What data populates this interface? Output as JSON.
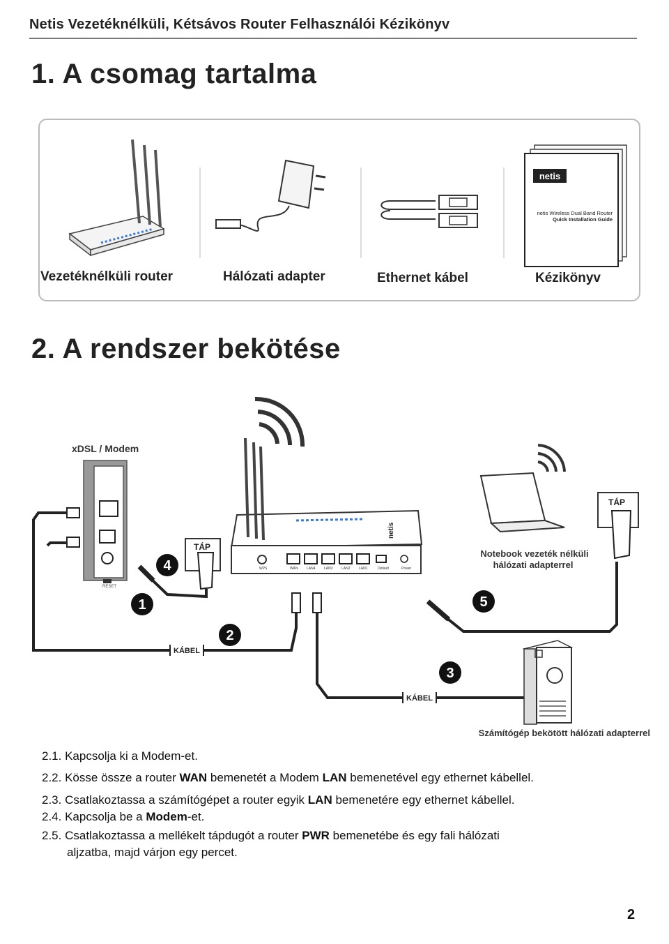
{
  "header": {
    "title": "Netis Vezetéknélküli, Kétsávos Router Felhasználói Kézikönyv"
  },
  "section1": {
    "title": "1. A csomag tartalma",
    "items": [
      {
        "label": "Vezetéknélküli router",
        "icon": "router-icon"
      },
      {
        "label": "Hálózati adapter",
        "icon": "power-adapter-icon"
      },
      {
        "label": "Ethernet kábel",
        "icon": "ethernet-cable-icon"
      },
      {
        "label": "Kézikönyv",
        "icon": "manual-icon"
      }
    ],
    "manual_brand": "netis",
    "manual_line1": "netis Wireless Dual Band Router",
    "manual_line2": "Quick Installation Guide"
  },
  "section2": {
    "title": "2. A rendszer bekötése",
    "diagram": {
      "modem_label": "xDSL / Modem",
      "modem_reset": "RESET",
      "router_brand": "netis",
      "router_ports": [
        "WPS",
        "WAN",
        "LAN4",
        "LAN3",
        "LAN2",
        "LAN1",
        "Default",
        "Power"
      ],
      "tap_label": "TÁP",
      "cable_label": "KÁBEL",
      "notebook_caption": "Notebook vezeték nélküli hálózati adapterrel",
      "notebook_caption_line1": "Notebook vezeték nélküli",
      "notebook_caption_line2": "hálózati adapterrel",
      "computer_caption": "Számítógép bekötött hálózati adapterrel",
      "numbers": [
        "1",
        "2",
        "3",
        "4",
        "5"
      ]
    },
    "steps": [
      {
        "num": "2.1.",
        "parts": [
          "Kapcsolja ki a Modem-et."
        ]
      },
      {
        "num": "2.2.",
        "pre": "Kösse össze a router ",
        "b1": "WAN",
        "mid": " bemenetét a Modem ",
        "b2": "LAN",
        "post": " bemenetével egy ethernet kábellel."
      },
      {
        "num": "2.3.",
        "pre": "Csatlakoztassa a számítógépet a router egyik ",
        "b1": "LAN",
        "post": " bemenetére egy ethernet kábellel."
      },
      {
        "num": "2.4.",
        "pre": "Kapcsolja be a ",
        "b1": "Modem",
        "post": "-et."
      },
      {
        "num": "2.5.",
        "pre": "Csatlakoztassa a mellékelt tápdugót a router ",
        "b1": "PWR",
        "post": " bemenetébe és egy fali hálózati",
        "line2": "aljzatba, majd várjon egy percet."
      }
    ]
  },
  "page_number": "2"
}
